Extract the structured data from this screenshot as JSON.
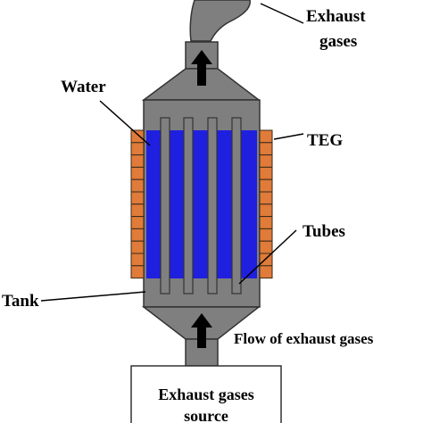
{
  "labels": {
    "exhaust_top_line1": "Exhaust",
    "exhaust_top_line2": "gases",
    "water": "Water",
    "teg": "TEG",
    "tubes": "Tubes",
    "tank": "Tank",
    "flow": "Flow of exhaust gases",
    "source_line1": "Exhaust gases",
    "source_line2": "source"
  },
  "colors": {
    "housing": "#7f7f7f",
    "water": "#1f1fe0",
    "tubes": "#808080",
    "teg": "#e07b39",
    "arrow": "#000000"
  },
  "icons": {
    "flow_arrow": "arrow-up-icon"
  }
}
